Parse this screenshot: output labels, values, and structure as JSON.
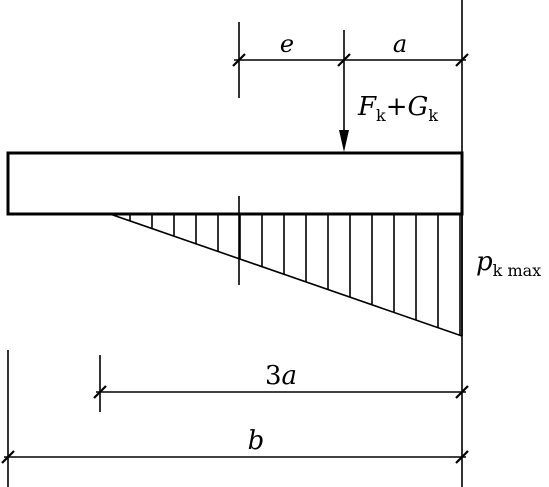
{
  "dimensions": {
    "e": "e",
    "a": "a",
    "three_a_num": "3",
    "three_a_var": "a",
    "b": "b"
  },
  "load": {
    "F": "F",
    "F_sub": "k",
    "plus": "+",
    "G": "G",
    "G_sub": "k"
  },
  "pressure": {
    "p": "p",
    "p_sub": "k max"
  }
}
